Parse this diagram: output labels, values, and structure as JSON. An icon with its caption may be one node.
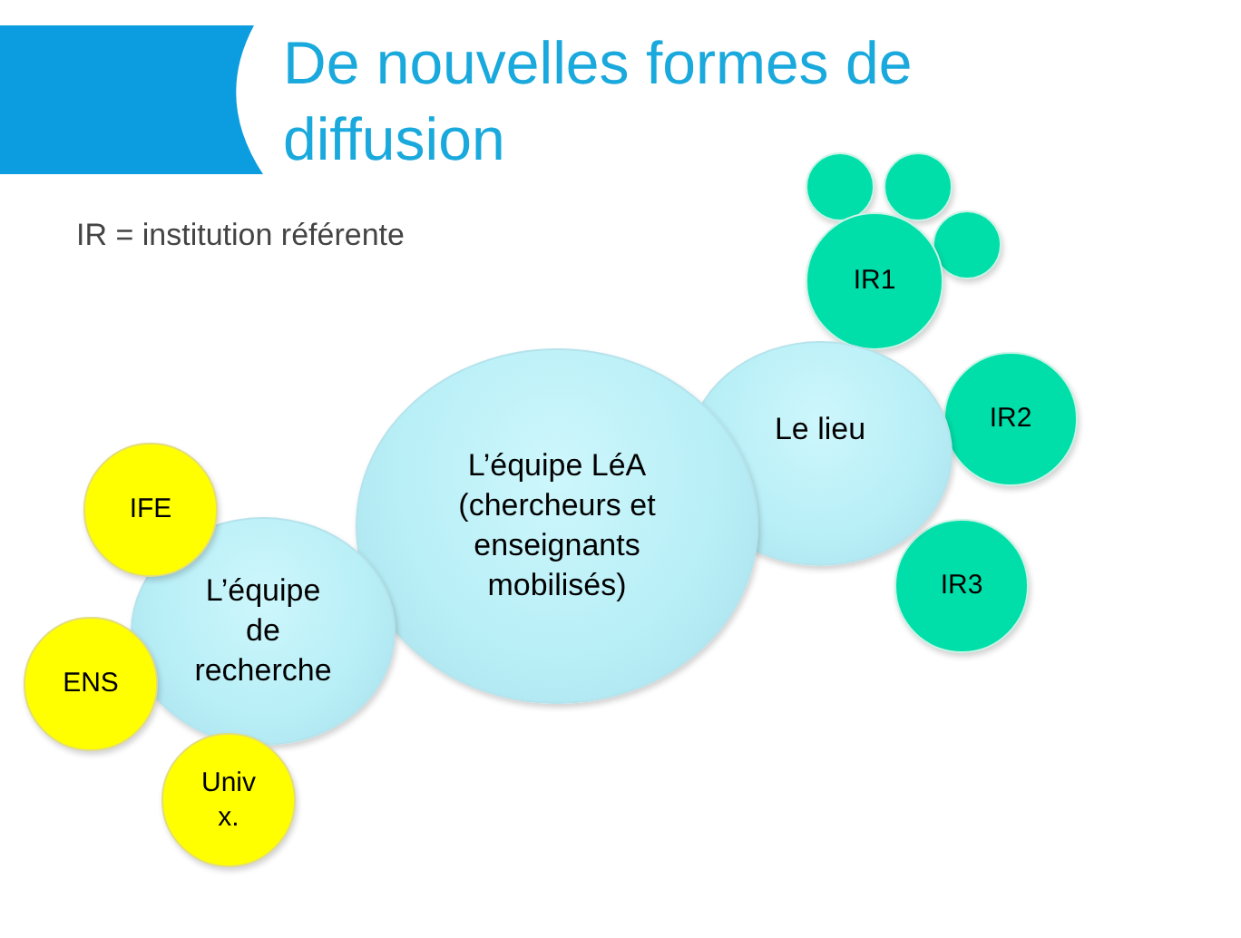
{
  "diagram": {
    "title": "De nouvelles formes de diffusion",
    "nodes": [
      {
        "text": [],
        "shape": "circle"
      },
      {
        "text": [],
        "shape": "circle"
      },
      {
        "text": [
          "IR1"
        ]
      },
      {
        "text": [],
        "shape": "circle"
      },
      {
        "text": [
          "IR2"
        ]
      },
      {
        "text": [
          "Le lieu"
        ]
      },
      {
        "text": [
          "L’équipe LéA (chercheurs et enseignants mobilisés)"
        ]
      },
      {
        "text": [
          "IFE"
        ]
      },
      {
        "text": [
          "IR3"
        ]
      },
      {
        "text": [
          "L’équipe de recherche"
        ]
      },
      {
        "text": [
          "ENS"
        ]
      },
      {
        "text": [
          "Univ x."
        ]
      }
    ],
    "labels": [
      "IR = institution référente"
    ]
  }
}
